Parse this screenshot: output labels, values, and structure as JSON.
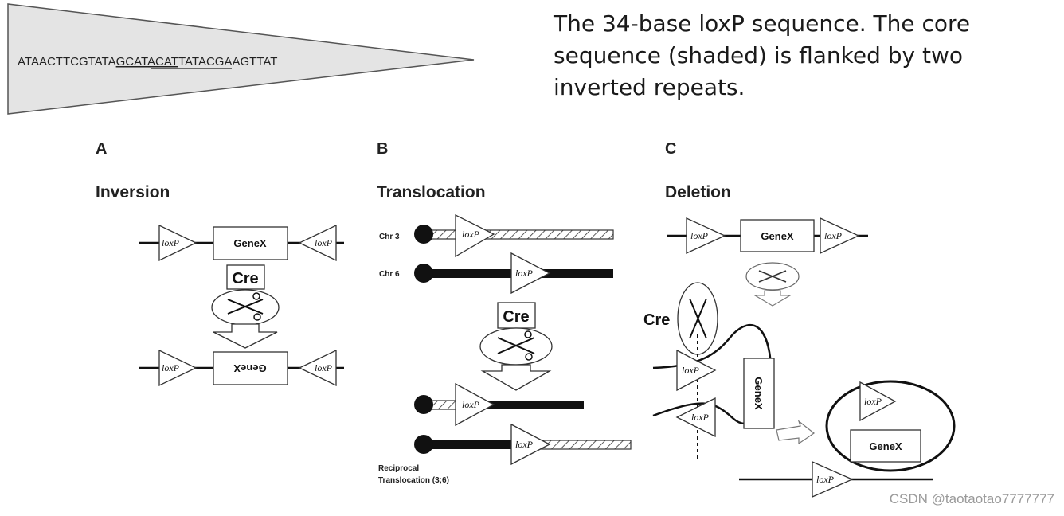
{
  "sequence": {
    "prefix": "ATAACTTCGTATA",
    "core": "GCATACAT",
    "suffix": "TATACGAAGTTAT"
  },
  "caption": "The 34-base loxP sequence. The core sequence (shaded) is flanked by two inverted repeats.",
  "panels": {
    "a": {
      "letter": "A",
      "title": "Inversion"
    },
    "b": {
      "letter": "B",
      "title": "Translocation",
      "chr3": "Chr 3",
      "chr6": "Chr 6",
      "result_line1": "Reciprocal",
      "result_line2": "Translocation (3;6)"
    },
    "c": {
      "letter": "C",
      "title": "Deletion"
    }
  },
  "labels": {
    "loxp": "loxP",
    "gene": "GeneX",
    "cre": "Cre"
  },
  "watermark": "CSDN @taotaotao7777777"
}
